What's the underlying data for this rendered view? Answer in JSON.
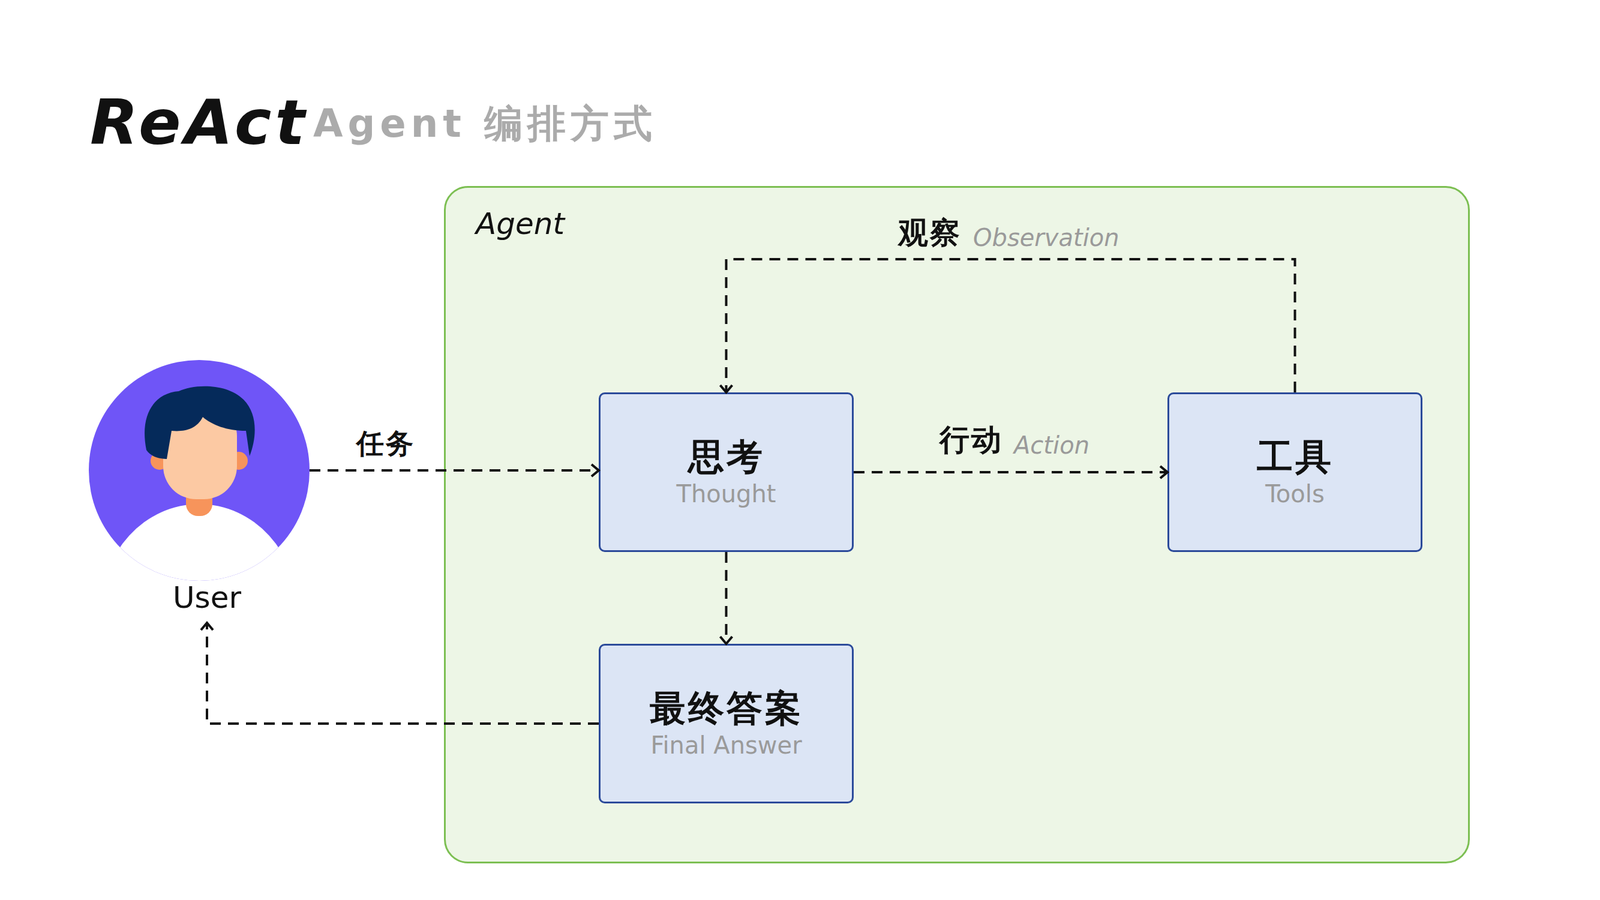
{
  "diagram": {
    "title": "ReAct",
    "nodes": [
      {
        "text": [
          "User"
        ]
      },
      {
        "text": [
          "Agent"
        ]
      },
      {
        "text": [
          "思考",
          "Thought"
        ],
        "in": 1
      },
      {
        "text": [
          "工具",
          "Tools"
        ],
        "in": 1
      },
      {
        "text": [
          "最终答案",
          "Final Answer"
        ],
        "in": 1
      }
    ],
    "edges": [
      {
        "from": 0,
        "to": 2,
        "label": "任务",
        "arrow": "to"
      },
      {
        "from": 2,
        "to": 3,
        "label": "行动",
        "arrow": "to"
      },
      {
        "from": 3,
        "to": 2,
        "label": "观察",
        "arrow": "to"
      },
      {
        "from": 2,
        "to": 4,
        "arrow": "to"
      },
      {
        "from": 4,
        "to": 0,
        "arrow": "to"
      }
    ],
    "labels": [
      "Agent 编排方式",
      "Action",
      "Observation"
    ]
  }
}
